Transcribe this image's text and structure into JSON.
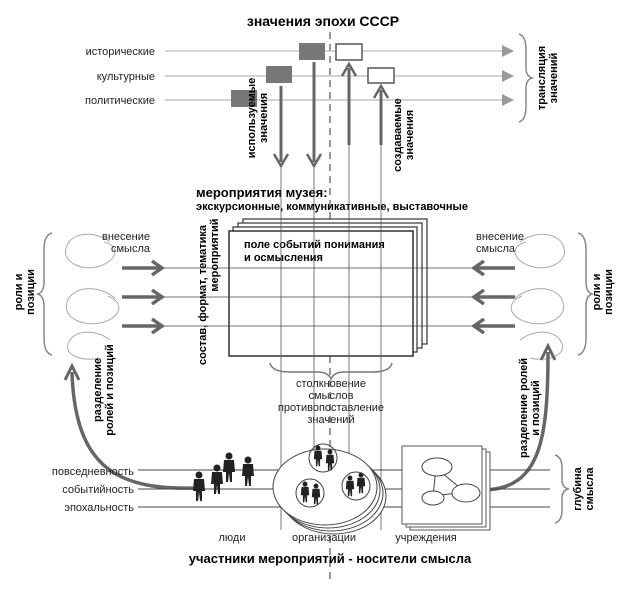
{
  "top_title": "значения эпохи СССР",
  "meaning_types": [
    "исторические",
    "культурные",
    "политические"
  ],
  "broadcast_label_1": "трансляция",
  "broadcast_label_2": "значений",
  "used_values_1": "используемые",
  "used_values_2": "значения",
  "created_values_1": "создаваемые",
  "created_values_2": "значения",
  "museum_title": "мероприятия музея:",
  "museum_subtitle": "экскурсионные, коммуникативные, выставочные",
  "field_line_1": "поле событий понимания",
  "field_line_2": "и осмысления",
  "composition_1": "состав, формат, тематика",
  "composition_2": "мероприятий",
  "meaning_in_left_1": "внесение",
  "meaning_in_left_2": "смысла",
  "meaning_in_right_1": "внесение",
  "meaning_in_right_2": "смысла",
  "roles_left_1": "роли и",
  "roles_left_2": "позиции",
  "roles_right_1": "роли и",
  "roles_right_2": "позиции",
  "role_split_left_1": "разделение",
  "role_split_left_2": "ролей и позиций",
  "role_split_right_1": "разделение ролей",
  "role_split_right_2": "и позиций",
  "clash_1": "столкновение",
  "clash_2": "смыслов",
  "clash_3": "противопоставление",
  "clash_4": "значений",
  "depth_levels": [
    "повседневность",
    "событийность",
    "эпохальность"
  ],
  "depth_label_1": "глубина",
  "depth_label_2": "смысла",
  "carrier_people": "люди",
  "carrier_orgs": "организации",
  "carrier_institutions": "учреждения",
  "bottom_title": "участники мероприятий - носители смысла"
}
